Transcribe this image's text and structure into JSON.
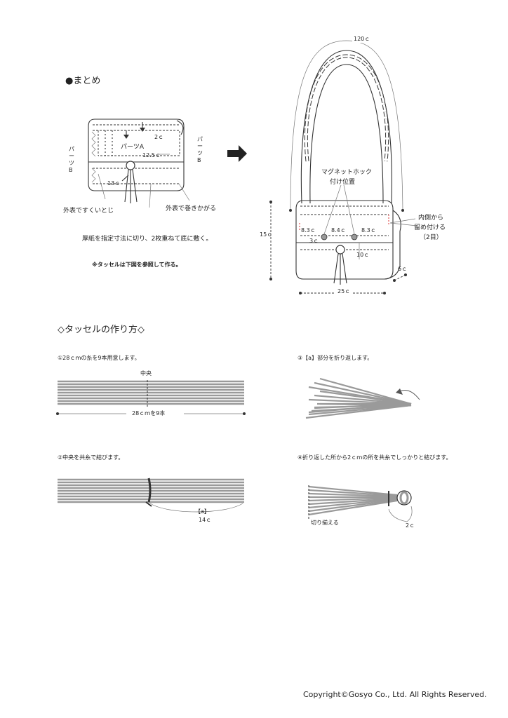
{
  "summary": {
    "heading": "●まとめ",
    "left_figure": {
      "part_a": "パーツA",
      "part_b_left": "パーツB",
      "part_b_right": "パーツB",
      "dim_2": "2ｃ",
      "dim_12_5": "12.5ｃ",
      "dim_13": "13ｃ",
      "note_whipstitch": "外表ですくいとじ",
      "note_overcast": "外表で巻きかがる",
      "note_cardboard": "厚紙を指定寸法に切り、2枚重ねて底に敷く。",
      "note_tassel": "※タッセルは下図を参照して作る。"
    },
    "right_figure": {
      "strap_length": "120ｃ",
      "magnet_label_1": "マグネットホック",
      "magnet_label_2": "付け位置",
      "inside_label_1": "内側から",
      "inside_label_2": "留め付ける",
      "inside_label_3": "（2目）",
      "height": "15ｃ",
      "dim_8_3_left": "8.3ｃ",
      "dim_8_4": "8.4ｃ",
      "dim_8_3_right": "8.3ｃ",
      "dim_3": "3ｃ",
      "dim_10": "10ｃ",
      "depth": "6ｃ",
      "width": "25ｃ"
    }
  },
  "tassel": {
    "heading": "◇タッセルの作り方◇",
    "step1": {
      "text": "①28ｃｍの糸を9本用意します。",
      "center_label": "中央",
      "length_label": "28ｃｍを9本"
    },
    "step2": {
      "text": "②中央を共糸で結びます。",
      "a_label": "【a】",
      "a_length": "14ｃ"
    },
    "step3": {
      "text": "③【a】部分を折り返します。"
    },
    "step4": {
      "text": "④折り返した所から2ｃｍの所を共糸でしっかりと結びます。",
      "trim_label": "切り揃える",
      "dim_2": "2ｃ"
    }
  },
  "footer": {
    "copyright": "Copyright©Gosyo Co., Ltd. All Rights Reserved."
  }
}
